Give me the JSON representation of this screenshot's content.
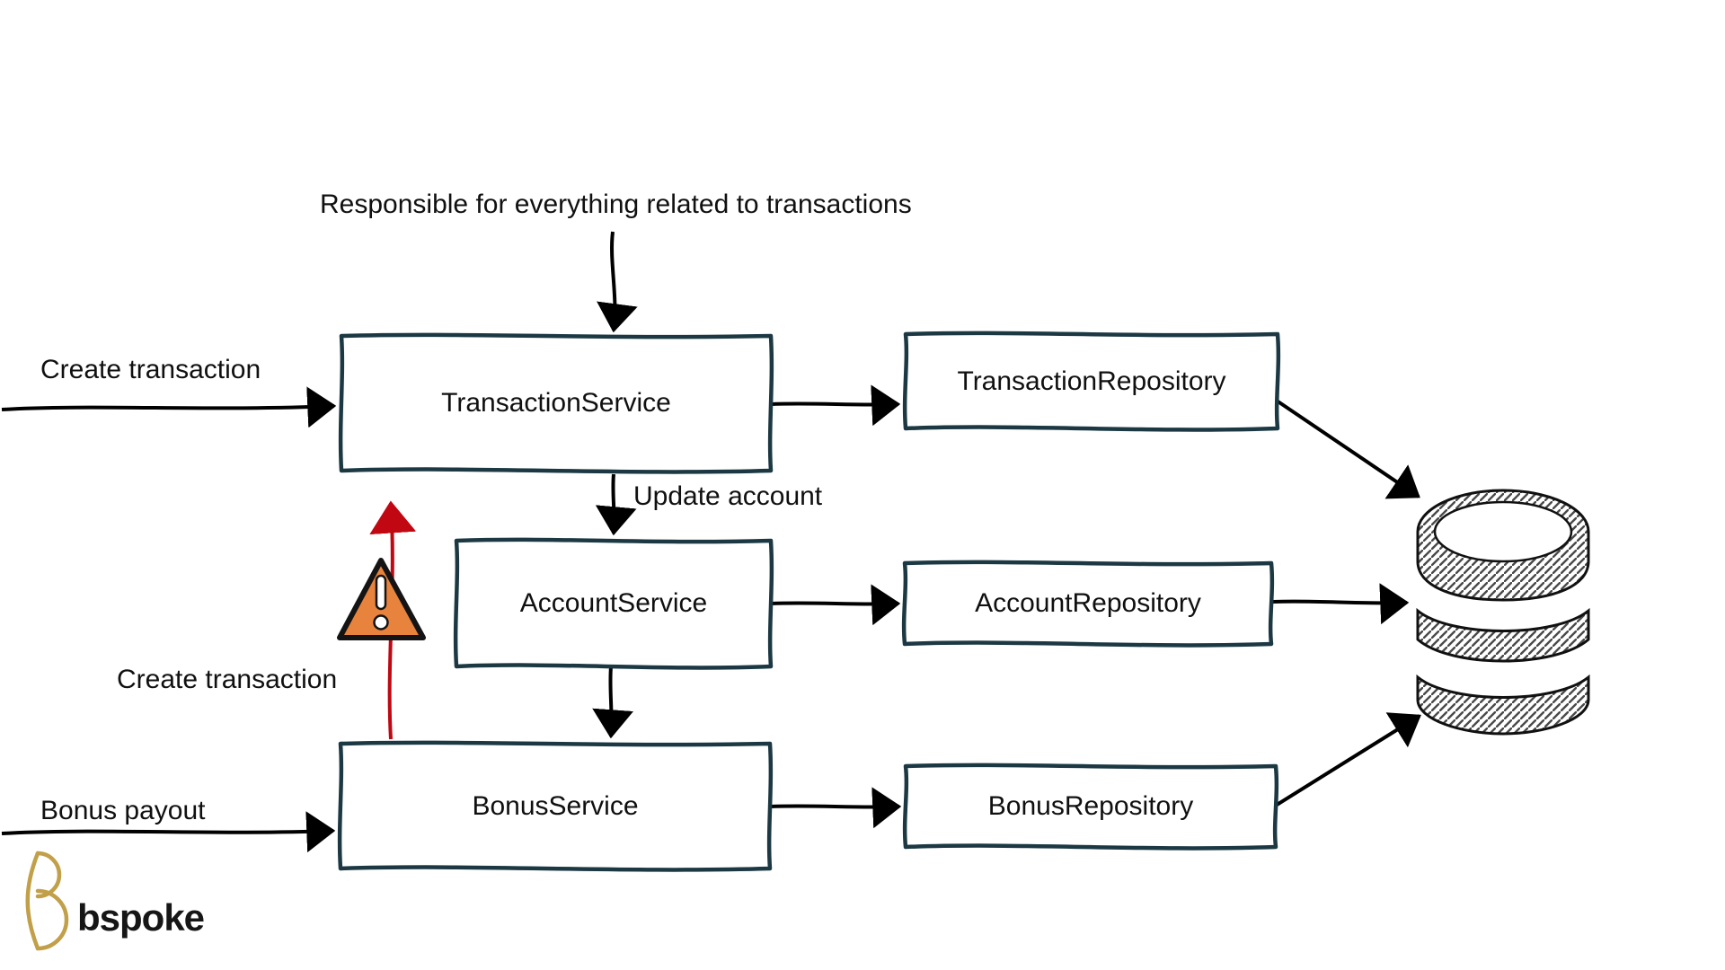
{
  "annotation": {
    "text": "Responsible for everything related to transactions"
  },
  "nodes": {
    "transaction_service": {
      "label": "TransactionService"
    },
    "transaction_repository": {
      "label": "TransactionRepository"
    },
    "account_service": {
      "label": "AccountService"
    },
    "account_repository": {
      "label": "AccountRepository"
    },
    "bonus_service": {
      "label": "BonusService"
    },
    "bonus_repository": {
      "label": "BonusRepository"
    }
  },
  "edges": {
    "create_transaction_in": {
      "label": "Create transaction"
    },
    "update_account": {
      "label": "Update account"
    },
    "bonus_create_transaction": {
      "label": "Create transaction"
    },
    "bonus_payout_in": {
      "label": "Bonus payout"
    }
  },
  "icons": {
    "warning_triangle": "warning-triangle-icon",
    "database": "database-cylinder-icon"
  },
  "colors": {
    "node_border": "#1c3943",
    "arrow_black": "#000000",
    "arrow_red": "#c00712",
    "warning_fill": "#e8833d",
    "logo_gold": "#c2a04a"
  },
  "logo": {
    "wordmark": "bspoke"
  }
}
